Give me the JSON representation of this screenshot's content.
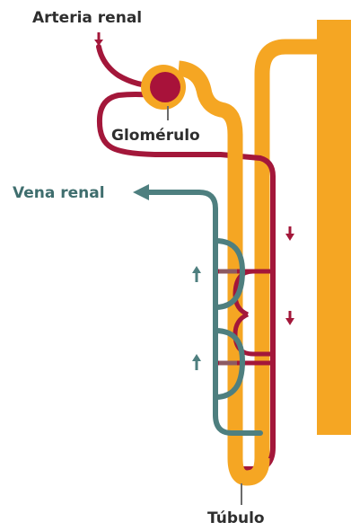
{
  "labels": {
    "artery": "Arteria renal",
    "glomerulus": "Glomérulo",
    "vein": "Vena renal",
    "tubule": "Túbulo"
  },
  "colors": {
    "tubule": "#F5A623",
    "tubule_dark": "#EF9B1A",
    "artery": "#A3173A",
    "glomerulus": "#A8123A",
    "vein": "#4E7F7F",
    "text_dark": "#2E2E2E",
    "text_vein": "#3F6E6E",
    "marker": "#6B6B6B"
  },
  "icons": {
    "artery_flow": "arrow-down-icon",
    "vein_flow": "arrow-up-icon",
    "vein_outflow": "arrow-left-icon"
  }
}
